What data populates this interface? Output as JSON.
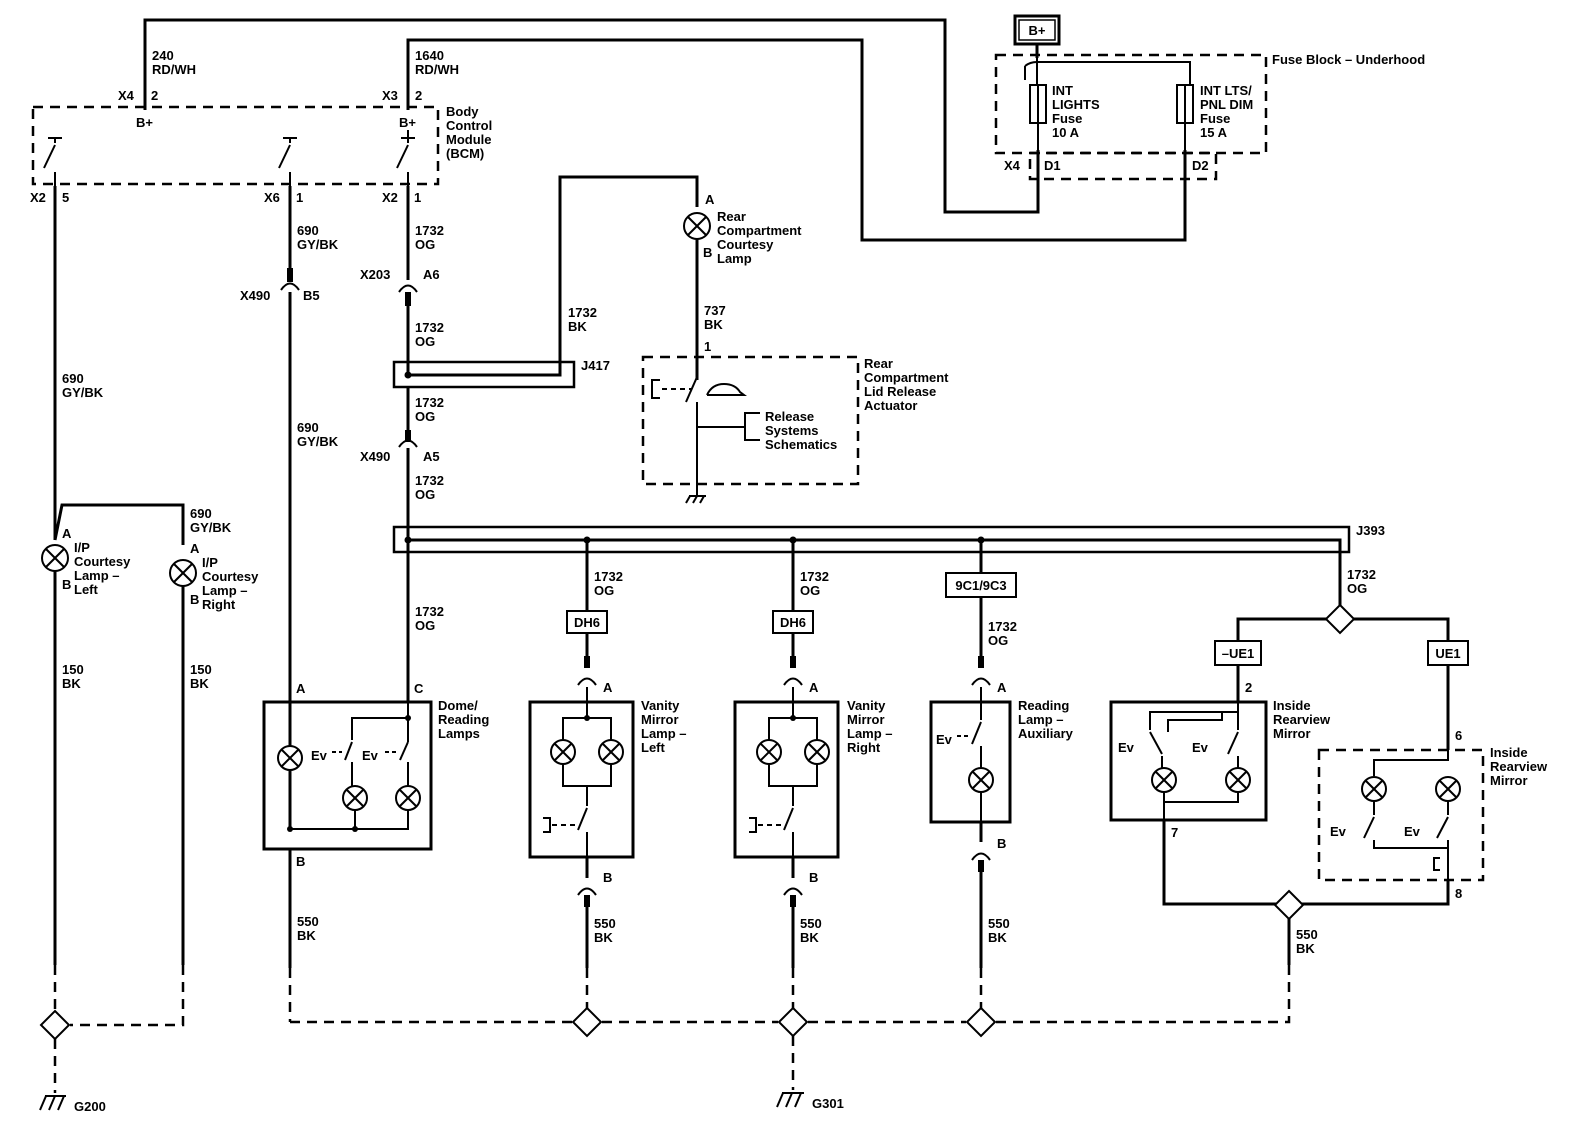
{
  "battery": "B+",
  "fuse_block": {
    "name": "Fuse Block – Underhood",
    "fuse1": [
      "INT",
      "LIGHTS",
      "Fuse",
      "10 A"
    ],
    "fuse2": [
      "INT LTS/",
      "PNL DIM",
      "Fuse",
      "15 A"
    ],
    "connector": "X4",
    "pin_d1": "D1",
    "pin_d2": "D2"
  },
  "bcm": {
    "name": [
      "Body",
      "Control",
      "Module",
      "(BCM)"
    ],
    "bplus": "B+",
    "x4": "X4",
    "x4_pin": "2",
    "x3": "X3",
    "x3_pin": "2",
    "x2a": "X2",
    "x2a_pin": "5",
    "x6": "X6",
    "x6_pin": "1",
    "x2b": "X2",
    "x2b_pin": "1"
  },
  "wires": {
    "w240": [
      "240",
      "RD/WH"
    ],
    "w1640": [
      "1640",
      "RD/WH"
    ],
    "w690": [
      "690",
      "GY/BK"
    ],
    "w1732": [
      "1732",
      "OG"
    ],
    "w1732bk": [
      "1732",
      "BK"
    ],
    "w737": [
      "737",
      "BK"
    ],
    "w150": [
      "150",
      "BK"
    ],
    "w550": [
      "550",
      "BK"
    ]
  },
  "connectors": {
    "x490": "X490",
    "b5": "B5",
    "x203": "X203",
    "a6": "A6",
    "a5": "A5"
  },
  "splices": {
    "j417": "J417",
    "j393": "J393"
  },
  "rear_lamp": [
    "Rear",
    "Compartment",
    "Courtesy",
    "Lamp"
  ],
  "actuator": [
    "Rear",
    "Compartment",
    "Lid Release",
    "Actuator"
  ],
  "release_ref": [
    "Release",
    "Systems",
    "Schematics"
  ],
  "ip_left": [
    "I/P",
    "Courtesy",
    "Lamp –",
    "Left"
  ],
  "ip_right": [
    "I/P",
    "Courtesy",
    "Lamp –",
    "Right"
  ],
  "dome": [
    "Dome/",
    "Reading",
    "Lamps"
  ],
  "vanity_left": [
    "Vanity",
    "Mirror",
    "Lamp –",
    "Left"
  ],
  "vanity_right": [
    "Vanity",
    "Mirror",
    "Lamp –",
    "Right"
  ],
  "reading_aux": [
    "Reading",
    "Lamp –",
    "Auxiliary"
  ],
  "mirror1": [
    "Inside",
    "Rearview",
    "Mirror"
  ],
  "mirror2": [
    "Inside",
    "Rearview",
    "Mirror"
  ],
  "options": {
    "dh6": "DH6",
    "ninec": "9C1/9C3",
    "nue1": "–UE1",
    "ue1": "UE1"
  },
  "pins": {
    "a": "A",
    "b": "B",
    "c": "C",
    "p1": "1",
    "p2": "2",
    "p6": "6",
    "p7": "7",
    "p8": "8"
  },
  "ev": "Ev",
  "grounds": {
    "g200": "G200",
    "g301": "G301"
  }
}
